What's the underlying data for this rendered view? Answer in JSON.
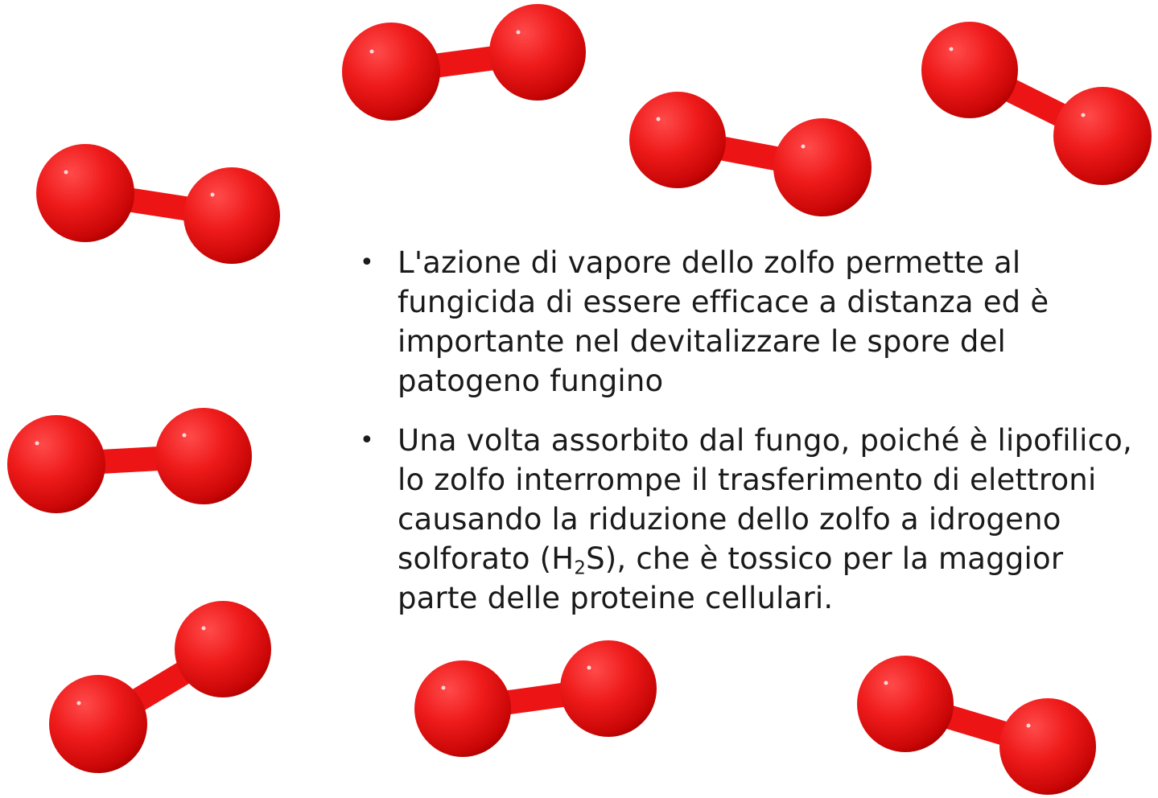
{
  "slide": {
    "colors": {
      "atom": "#ef1b1b",
      "atom_dark": "#a30000",
      "text": "#1a1a1a",
      "background": "#ffffff"
    },
    "bullet_glyph": "•",
    "bullets": [
      {
        "lines": [
          "L'azione di vapore dello zolfo permette al",
          "fungicida di essere efficace a distanza ed è",
          "importante nel devitalizzare le spore del",
          "patogeno fungino"
        ]
      },
      {
        "lines": [
          "Una volta assorbito dal fungo, poiché è lipofilico,",
          "lo zolfo interrompe il trasferimento di elettroni",
          "causando la riduzione dello zolfo a idrogeno"
        ],
        "formula_line": {
          "prefix": "solforato (H",
          "subscript": "2",
          "suffix": "S), che è tossico per la maggior"
        },
        "last_line": "parte delle proteine cellulari."
      }
    ]
  }
}
